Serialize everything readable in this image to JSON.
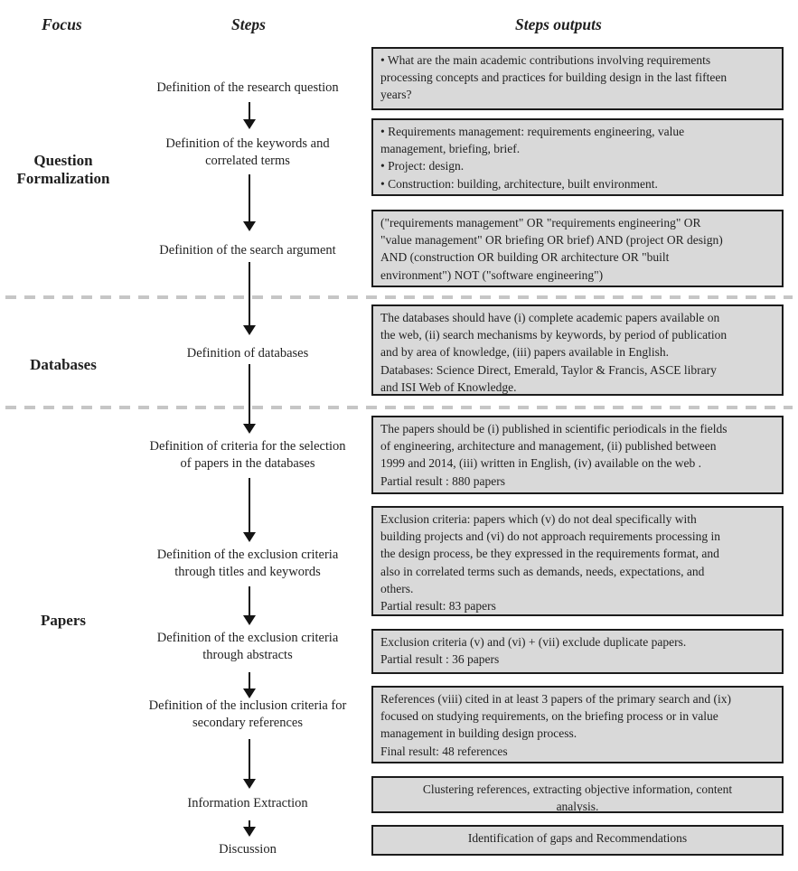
{
  "title_row": {
    "focus": "Focus",
    "steps": "Steps",
    "steps_outputs": "Steps outputs"
  },
  "focus_sections": [
    {
      "label": "Question\nFormalization"
    },
    {
      "label": "Databases"
    },
    {
      "label": "Papers"
    }
  ],
  "steps": [
    {
      "label": "Definition of the research question"
    },
    {
      "label": "Definition of the keywords and\ncorrelated terms"
    },
    {
      "label": "Definition of the search argument"
    },
    {
      "label": "Definition of databases"
    },
    {
      "label": "Definition of criteria for the selection\nof papers in the databases"
    },
    {
      "label": "Definition of the exclusion criteria\nthrough titles and keywords"
    },
    {
      "label": "Definition of the exclusion criteria\nthrough abstracts"
    },
    {
      "label": "Definition of the inclusion criteria for\nsecondary references"
    },
    {
      "label": "Information Extraction"
    },
    {
      "label": "Discussion"
    }
  ],
  "outputs": [
    {
      "text": "• What are the main academic contributions involving requirements\nprocessing concepts and practices for building design in the last fifteen\nyears?"
    },
    {
      "text": "• Requirements management: requirements engineering, value\nmanagement, briefing, brief.\n• Project: design.\n• Construction: building, architecture, built environment."
    },
    {
      "text": "(\"requirements management\" OR \"requirements engineering\" OR\n\"value management\" OR briefing OR brief) AND (project OR design)\nAND (construction OR building OR architecture OR \"built\nenvironment\") NOT (\"software engineering\")"
    },
    {
      "text": "The databases should have (i) complete academic papers available on\nthe web, (ii) search mechanisms by keywords, by period of publication\nand by area of knowledge, (iii) papers available in English.\nDatabases: Science Direct, Emerald, Taylor & Francis, ASCE library\nand ISI Web of Knowledge."
    },
    {
      "text": "The papers should be (i) published in scientific periodicals in the fields\nof engineering, architecture and management, (ii) published between\n1999 and 2014, (iii) written in English, (iv) available on the web .\nPartial result : 880 papers"
    },
    {
      "text": "Exclusion criteria: papers which (v) do not deal specifically with\nbuilding projects and (vi) do not approach requirements processing in\nthe design process, be they expressed in the requirements format, and\nalso in correlated terms such as demands, needs, expectations, and\nothers.\nPartial result: 83 papers"
    },
    {
      "text": "Exclusion criteria (v) and (vi) + (vii) exclude duplicate papers.\nPartial result : 36 papers"
    },
    {
      "text": "References (viii) cited in at least 3 papers of the primary search and (ix)\nfocused on studying requirements, on the briefing process or in value\nmanagement in building design process.\nFinal result: 48 references"
    },
    {
      "text": "Clustering references, extracting objective information, content\nanalysis."
    },
    {
      "text": "Identification of gaps and Recommendations"
    }
  ],
  "colors": {
    "box_fill": "#d9d9d9",
    "box_border": "#1b1b1b",
    "arrow": "#141414",
    "divider": "#c6c6c6"
  }
}
